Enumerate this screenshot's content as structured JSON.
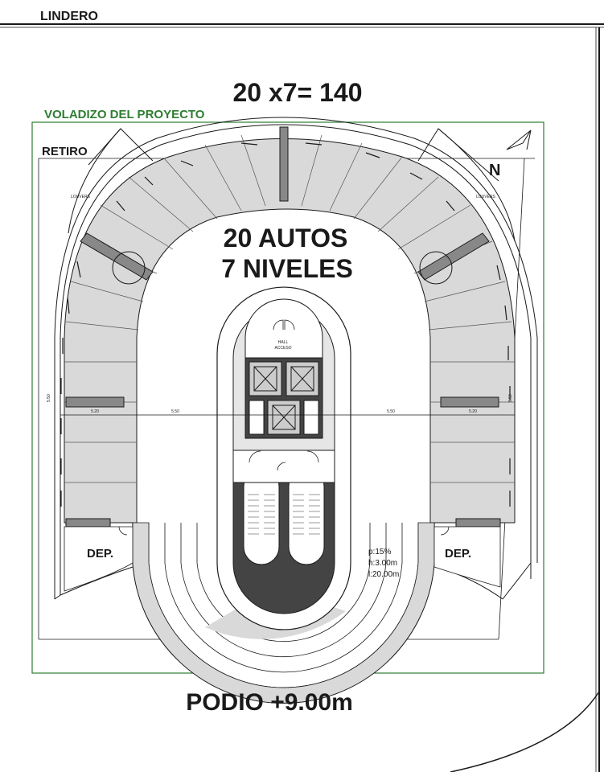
{
  "plan": {
    "boundary_label": "LINDERO",
    "headline": "20 x7= 140",
    "overhang_label": "VOLADIZO DEL PROYECTO",
    "setback_label": "RETIRO",
    "north_label": "N",
    "center_line1": "20 AUTOS",
    "center_line2": "7 NIVELES",
    "louver_label": "LOUVERS",
    "hall_label_1": "HALL",
    "hall_label_2": "ACCESO",
    "dim_left_outer": "5.20",
    "dim_left_inner": "5.50",
    "dim_right_inner": "5.50",
    "dim_right_outer": "5.20",
    "side_dim": "5.50",
    "deposit_label": "DEP.",
    "ramp_p": "p:15%",
    "ramp_h": "h:3.00m",
    "ramp_l": "l:20.00m",
    "footer": "PODIO +9.00m",
    "colors": {
      "ink": "#1a1a1a",
      "green": "#2e7d32",
      "fill": "#d9d9d9",
      "fill_dark": "#bdbdbd",
      "wall": "#888888"
    }
  }
}
